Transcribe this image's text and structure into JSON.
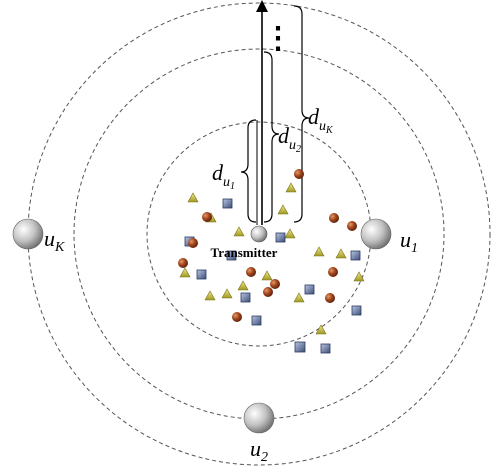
{
  "transmitter": {
    "label": "Transmitter"
  },
  "users": [
    {
      "letter": "u",
      "sub": "1"
    },
    {
      "letter": "u",
      "sub": "2"
    },
    {
      "letter": "u",
      "sub": "K"
    }
  ],
  "distances": [
    {
      "letter": "d",
      "sub": "u",
      "subsub": "1"
    },
    {
      "letter": "d",
      "sub": "u",
      "subsub": "2"
    },
    {
      "letter": "d",
      "sub": "u",
      "subsub": "K"
    }
  ],
  "ellipsis": "⋮",
  "colors": {
    "ring": "#555555",
    "triangle": "#c9c23c",
    "square": "#6f84b0",
    "circle": "#8b3a1a",
    "sphere": "#b8b8b8",
    "arrow": "#000000"
  },
  "icons": {
    "user_node": "gray-sphere-icon",
    "scatterer_a": "triangle-icon",
    "scatterer_b": "square-icon",
    "scatterer_c": "circle-icon"
  }
}
